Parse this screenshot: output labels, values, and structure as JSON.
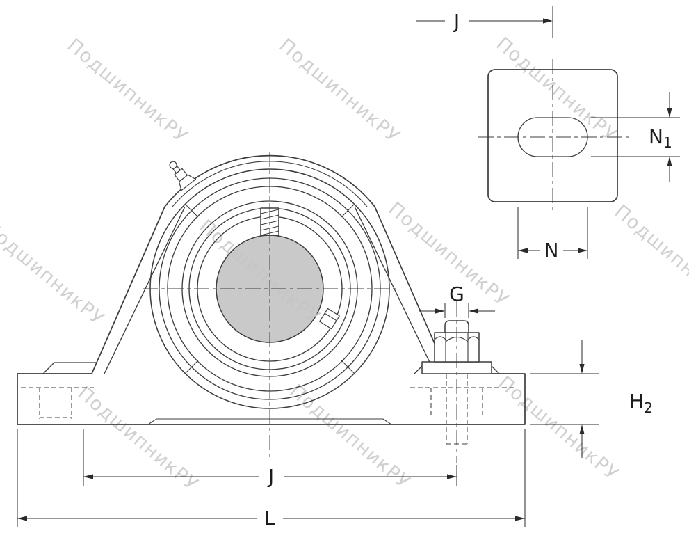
{
  "watermark": {
    "text": "ПодшипникРУ",
    "color": "#c5c5c5"
  },
  "colors": {
    "line": "#3d3d3d",
    "dim": "#2a2a2a",
    "shaft_fill": "#c9c9c9",
    "background": "#ffffff"
  },
  "labels": {
    "j_top": "J",
    "n1_main": "N",
    "n1_sub": "1",
    "n": "N",
    "g": "G",
    "h2_main": "H",
    "h2_sub": "2",
    "j_bottom": "J",
    "l": "L"
  }
}
